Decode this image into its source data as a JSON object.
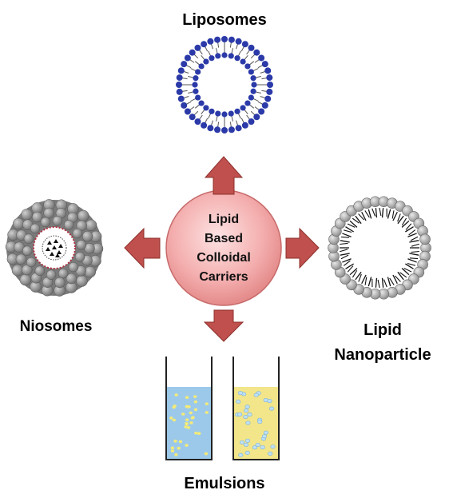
{
  "center": {
    "lines": [
      "Lipid",
      "Based",
      "Colloidal",
      "Carriers"
    ]
  },
  "labels": {
    "liposomes": "Liposomes",
    "niosomes": "Niosomes",
    "lipid_line1": "Lipid",
    "lipid_line2": "Nanoparticle",
    "emulsions": "Emulsions"
  },
  "colors": {
    "arrow": "#c0504d",
    "arrow_dark": "#8c2f2b",
    "center_fill": "#f6b8b8",
    "liposome_head": "#2b3aa8",
    "sphere_gray": "#a9a9a9",
    "emulsion_blue": "#9cc9ea",
    "emulsion_yellow": "#f2e58a"
  },
  "icons": [
    "arrow-up-icon",
    "arrow-left-icon",
    "arrow-right-icon",
    "arrow-down-icon",
    "liposome-icon",
    "niosome-icon",
    "lipid-nanoparticle-icon",
    "emulsion-beaker-icon"
  ]
}
